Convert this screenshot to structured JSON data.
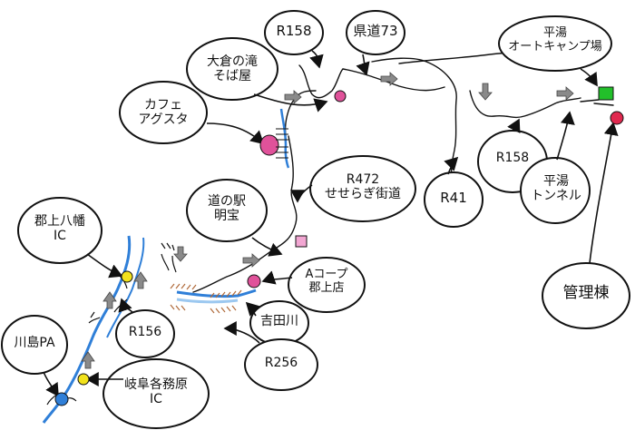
{
  "labels": {
    "r158_top": "R158",
    "kendo73": "県道73",
    "hirayu_camp": "平湯\nオートキャンプ場",
    "okura_soba": "大倉の滝\nそば屋",
    "cafe": "カフェ\nアグスタ",
    "r472": "R472\nせせらぎ街道",
    "r41": "R41",
    "r158_mid": "R158",
    "hirayu_tunnel": "平湯\nトンネル",
    "michinoeki": "道の駅\n明宝",
    "gujo_hachiman_ic": "郡上八幡\nIC",
    "a_coop": "Aコープ\n郡上店",
    "yoshidagawa": "吉田川",
    "r156": "R156",
    "r256": "R256",
    "kawashima_pa": "川島PA",
    "gifu_kakamigahara_ic": "岐阜各務原\nIC",
    "kanri": "管理棟"
  },
  "colors": {
    "route": "#111111",
    "river": "#2f7fd8",
    "river_light": "#9cc8f0",
    "marker_pink": "#e0529a",
    "marker_yellow": "#f2e21c",
    "marker_green": "#22c02a",
    "arrow_gray": "#8a8a8a",
    "bank_brown": "#b06a3a"
  }
}
